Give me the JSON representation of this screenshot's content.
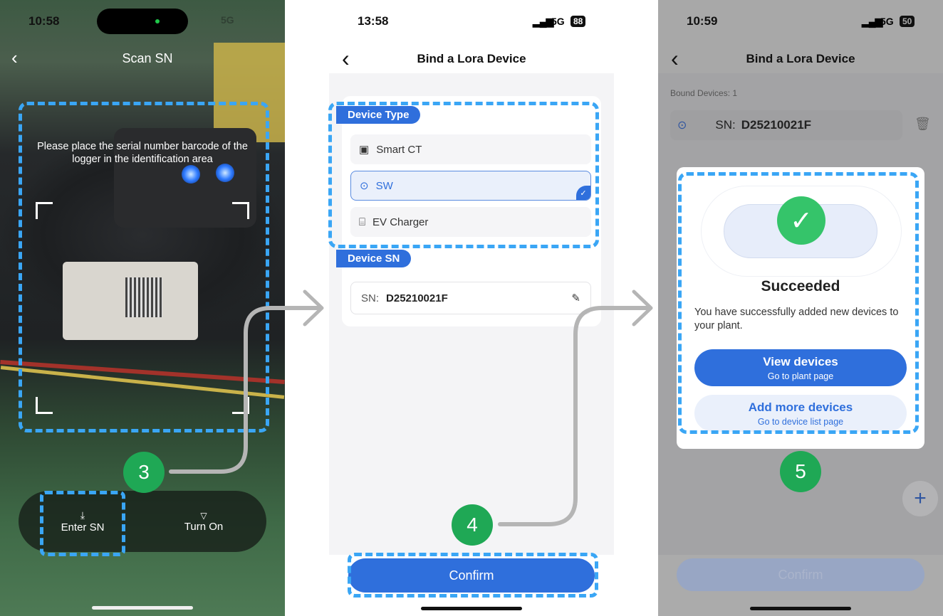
{
  "screen1": {
    "time": "10:58",
    "network": "5G",
    "title": "Scan SN",
    "hint": "Please place the serial number barcode of the logger in the identification area",
    "enter_sn": "Enter SN",
    "turn_on": "Turn On",
    "step": "3"
  },
  "screen2": {
    "time": "13:58",
    "network": "5G",
    "battery": "88",
    "title": "Bind a Lora Device",
    "device_type_label": "Device Type",
    "device_types": [
      {
        "label": "Smart CT",
        "icon": "smart-ct-icon"
      },
      {
        "label": "SW",
        "icon": "toggle-icon",
        "selected": true
      },
      {
        "label": "EV Charger",
        "icon": "ev-charger-icon"
      }
    ],
    "device_sn_label": "Device SN",
    "sn_prefix": "SN:",
    "sn_value": "D25210021F",
    "confirm": "Confirm",
    "step": "4"
  },
  "screen3": {
    "time": "10:59",
    "network": "5G",
    "battery": "50",
    "title": "Bind a Lora Device",
    "bound_label": "Bound Devices:",
    "bound_count": "1",
    "sn_prefix": "SN:",
    "sn_value": "D25210021F",
    "dialog": {
      "title": "Succeeded",
      "message": "You have successfully added new devices to your plant.",
      "primary": "View devices",
      "primary_sub": "Go to plant page",
      "secondary": "Add more devices",
      "secondary_sub": "Go to device list page"
    },
    "confirm": "Confirm",
    "step": "5"
  },
  "colors": {
    "highlight": "#3aa6f5",
    "brand": "#2f6fdc",
    "step": "#1fa855"
  }
}
